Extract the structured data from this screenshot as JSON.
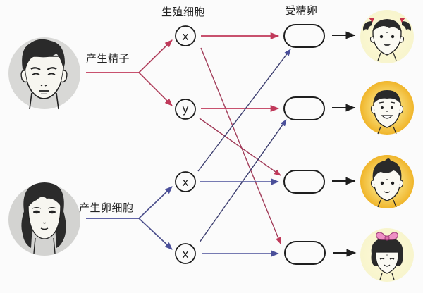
{
  "labels": {
    "gametes_header": "生殖细胞",
    "zygote_header": "受精卵",
    "produce_sperm": "产生精子",
    "produce_egg": "产生卵细胞"
  },
  "parents": [
    {
      "role": "father",
      "icon": "father-face-icon"
    },
    {
      "role": "mother",
      "icon": "mother-face-icon"
    }
  ],
  "gametes": [
    {
      "id": "sperm-x",
      "symbol": "x",
      "source": "father"
    },
    {
      "id": "sperm-y",
      "symbol": "y",
      "source": "father"
    },
    {
      "id": "egg-x-1",
      "symbol": "x",
      "source": "mother"
    },
    {
      "id": "egg-x-2",
      "symbol": "x",
      "source": "mother"
    }
  ],
  "zygotes": [
    {
      "index": 1,
      "child": "girl",
      "icon": "girl-pigtails-face-icon",
      "sources": [
        "sperm-x",
        "egg-x-1"
      ]
    },
    {
      "index": 2,
      "child": "boy",
      "icon": "boy-face-icon",
      "sources": [
        "sperm-y",
        "egg-x-2"
      ]
    },
    {
      "index": 3,
      "child": "boy",
      "icon": "boy-face-icon",
      "sources": [
        "sperm-y",
        "egg-x-1"
      ]
    },
    {
      "index": 4,
      "child": "girl",
      "icon": "girl-bow-face-icon",
      "sources": [
        "sperm-x",
        "egg-x-2"
      ]
    }
  ],
  "colors": {
    "sperm_line": "#c0395a",
    "egg_line": "#4a4f9a",
    "outline": "#1e1e1e",
    "parent_bg": "#d6d6d6",
    "boy_bg": "#f3c23a",
    "girl_bg": "#fbf6c8",
    "bow": "#ef8fc4",
    "ribbon": "#c8324a"
  }
}
